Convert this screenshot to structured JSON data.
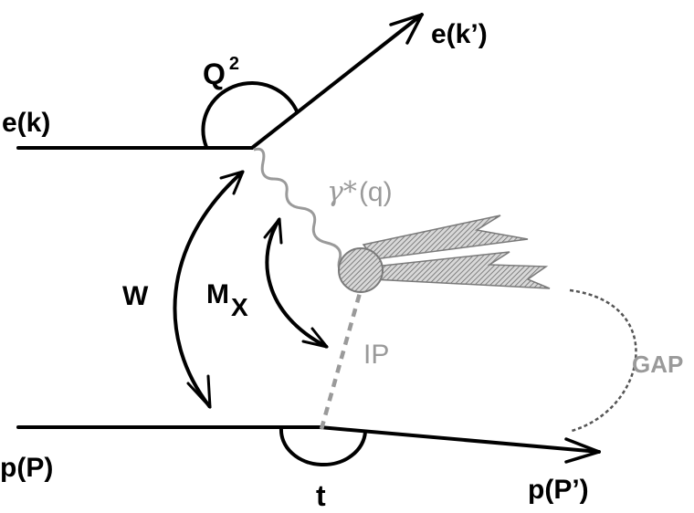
{
  "labels": {
    "e_in": "e(k)",
    "e_out": "e(k’)",
    "q2_base": "Q",
    "q2_sup": "2",
    "gamma_sym": "γ*",
    "gamma_arg": "(q)",
    "w": "W",
    "mx_base": "M",
    "mx_sub": "X",
    "pomeron": "IP",
    "gap": "GAP",
    "p_in": "p(P)",
    "p_out": "p(P’)",
    "t": "t"
  },
  "colors": {
    "line": "#000000",
    "grey": "#9a9a9a",
    "blob": "#8a8a8a"
  }
}
